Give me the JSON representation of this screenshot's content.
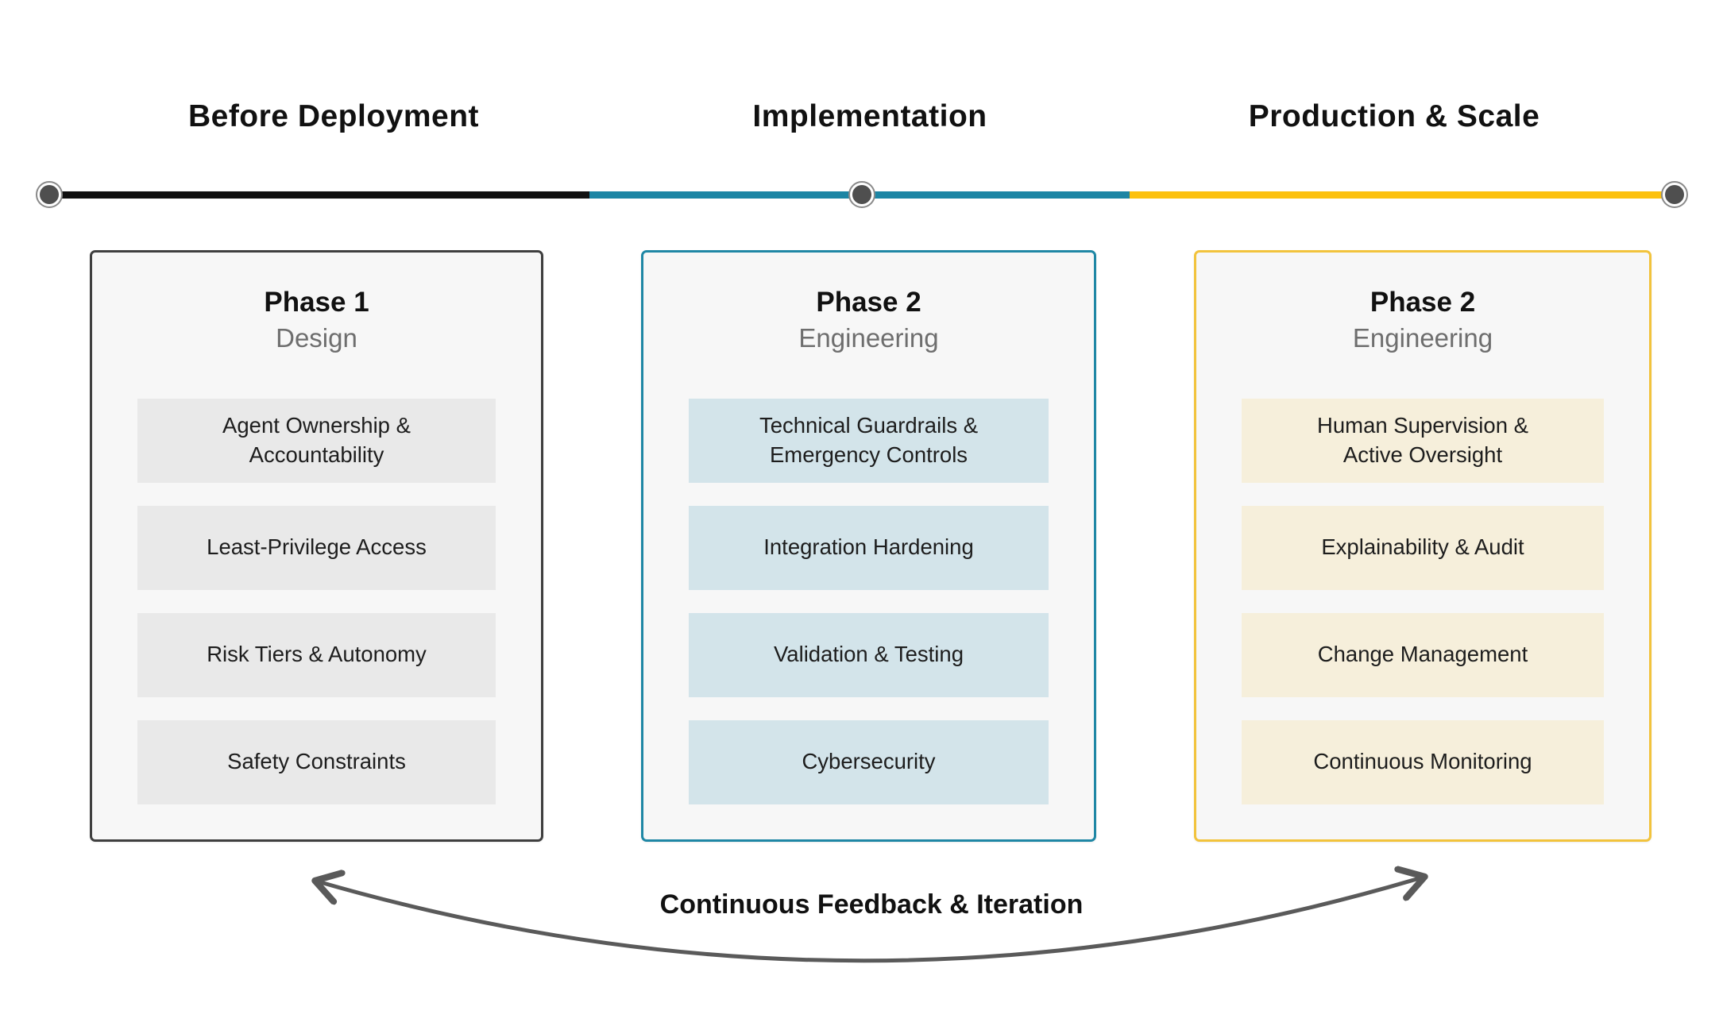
{
  "stages": [
    {
      "label": "Before Deployment",
      "color": "#111111"
    },
    {
      "label": "Implementation",
      "color": "#1c85a4"
    },
    {
      "label": "Production & Scale",
      "color": "#fcc10f"
    }
  ],
  "timeline": {
    "node_color": "#4f4f4f",
    "node_ring_color": "#8a8a8a"
  },
  "cards": [
    {
      "phase": "Phase 1",
      "subtitle": "Design",
      "border_color": "#3f3f3f",
      "item_bg": "#e9e9e9",
      "items": [
        "Agent Ownership &\nAccountability",
        "Least-Privilege Access",
        "Risk Tiers & Autonomy",
        "Safety Constraints"
      ]
    },
    {
      "phase": "Phase 2",
      "subtitle": "Engineering",
      "border_color": "#1f87a5",
      "item_bg": "#d3e4ea",
      "items": [
        "Technical Guardrails &\nEmergency Controls",
        "Integration Hardening",
        "Validation & Testing",
        "Cybersecurity"
      ]
    },
    {
      "phase": "Phase 2",
      "subtitle": "Engineering",
      "border_color": "#f2c33c",
      "item_bg": "#f6efdb",
      "items": [
        "Human Supervision &\nActive Oversight",
        "Explainability & Audit",
        "Change Management",
        "Continuous Monitoring"
      ]
    }
  ],
  "footer": {
    "label": "Continuous Feedback & Iteration",
    "arrow_color": "#5a5a5a"
  }
}
